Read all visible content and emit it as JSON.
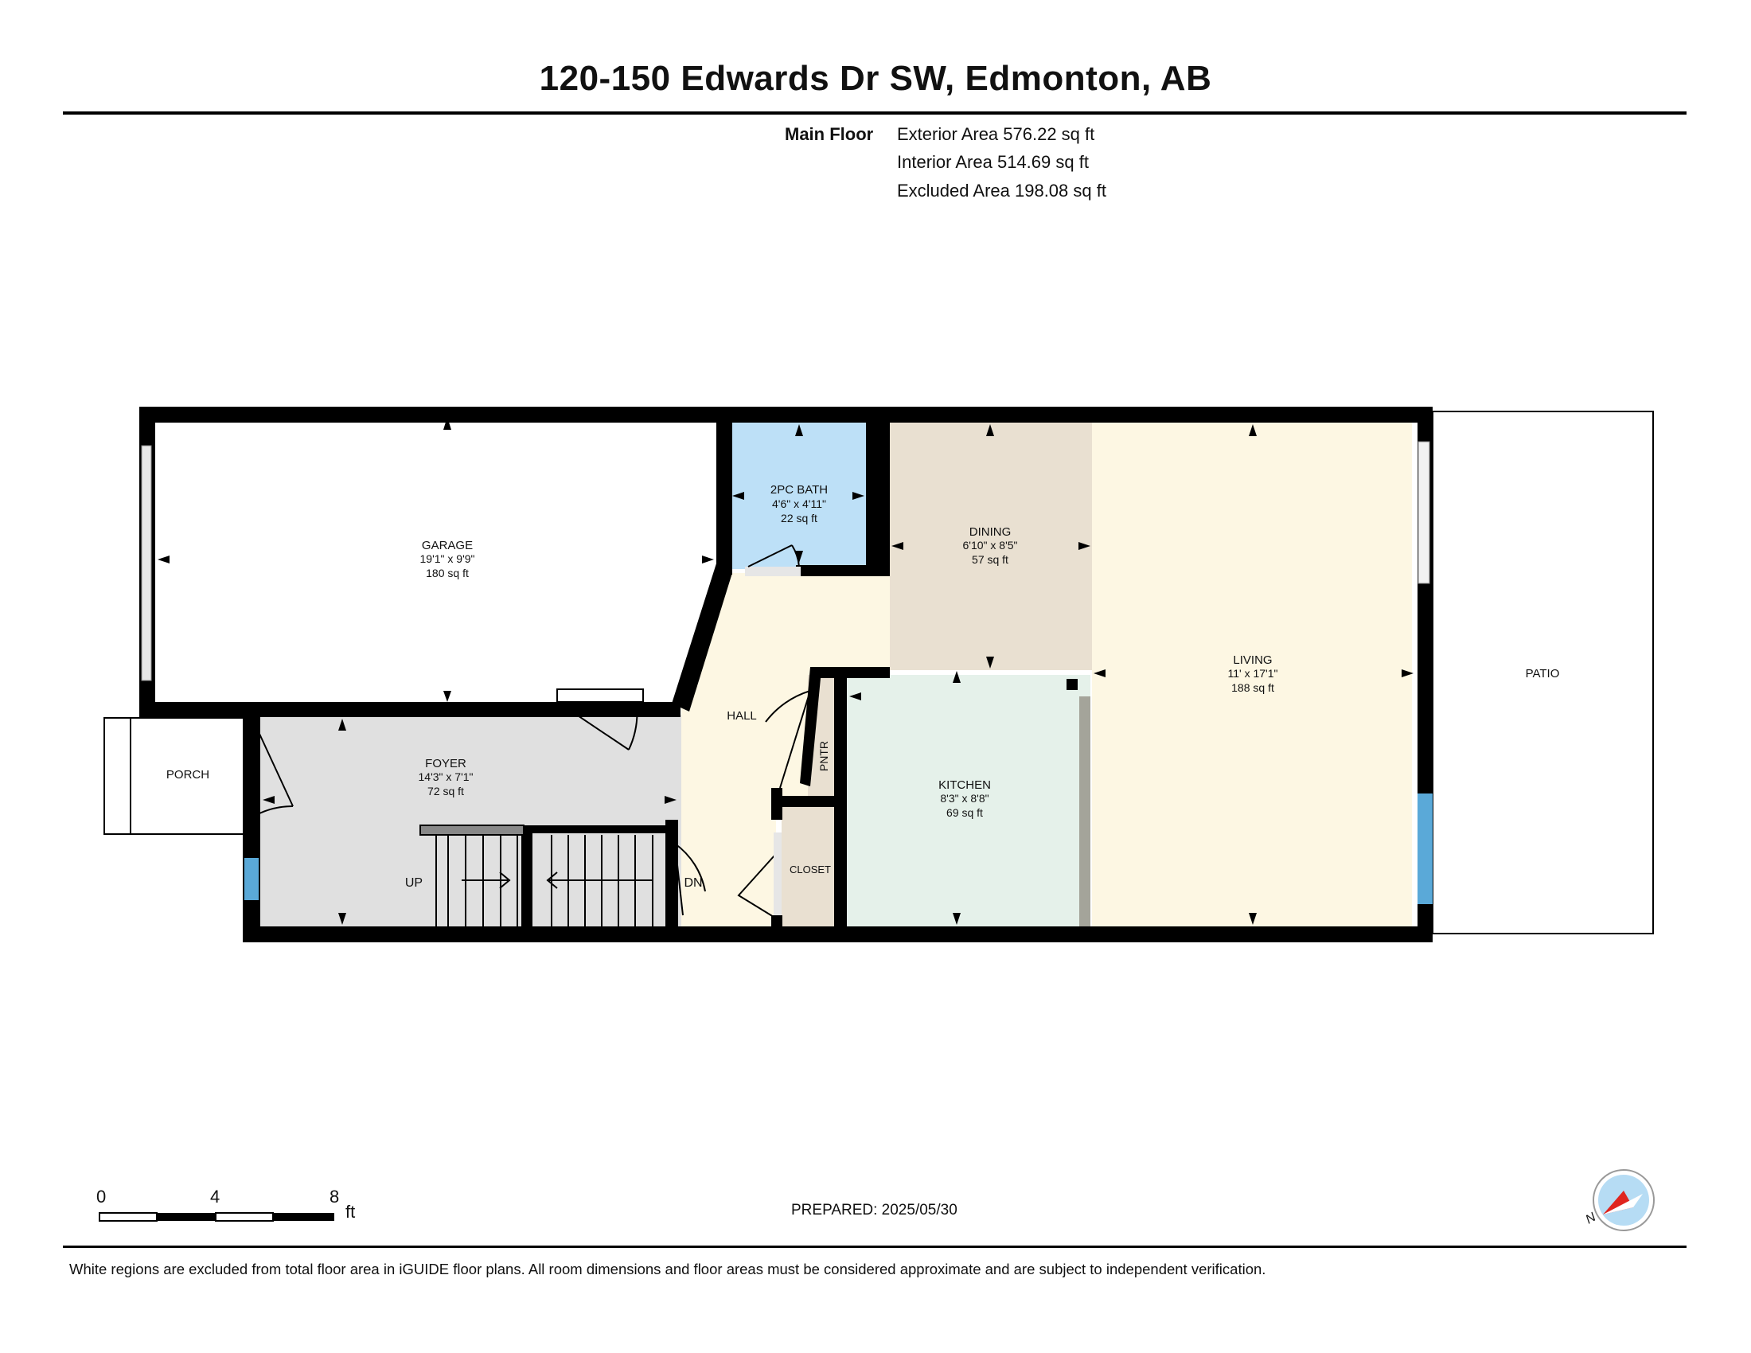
{
  "title": "120-150 Edwards Dr SW, Edmonton, AB",
  "floor": {
    "name": "Main Floor",
    "exterior_area": "Exterior Area 576.22 sq ft",
    "interior_area": "Interior Area 514.69 sq ft",
    "excluded_area": "Excluded Area 198.08 sq ft"
  },
  "rooms": {
    "garage": {
      "name": "GARAGE",
      "dims": "19'1\" x 9'9\"",
      "area": "180 sq ft"
    },
    "bath": {
      "name": "2PC BATH",
      "dims": "4'6\" x 4'11\"",
      "area": "22 sq ft"
    },
    "dining": {
      "name": "DINING",
      "dims": "6'10\" x 8'5\"",
      "area": "57 sq ft"
    },
    "living": {
      "name": "LIVING",
      "dims": "11' x 17'1\"",
      "area": "188 sq ft"
    },
    "patio": {
      "name": "PATIO"
    },
    "porch": {
      "name": "PORCH"
    },
    "foyer": {
      "name": "FOYER",
      "dims": "14'3\" x 7'1\"",
      "area": "72 sq ft"
    },
    "hall": {
      "name": "HALL"
    },
    "pantry": {
      "name": "PNTR"
    },
    "kitchen": {
      "name": "KITCHEN",
      "dims": "8'3\" x 8'8\"",
      "area": "69 sq ft"
    },
    "closet": {
      "name": "CLOSET"
    }
  },
  "stairs": {
    "up": "UP",
    "down": "DN"
  },
  "scale": {
    "ticks": [
      "0",
      "4",
      "8"
    ],
    "unit": "ft"
  },
  "compass": {
    "label": "N"
  },
  "prepared": "PREPARED: 2025/05/30",
  "disclaimer": "White regions are excluded from total floor area in iGUIDE floor plans. All room dimensions and floor areas must be considered approximate and are subject to independent verification.",
  "colors": {
    "wall": "#000000",
    "garage": "#ffffff",
    "bath": "#bde0f7",
    "dining": "#e9e0d1",
    "living": "#fdf7e3",
    "hall": "#fdf7e3",
    "kitchen": "#e5f1ea",
    "foyer": "#e0e0e0",
    "pantry": "#e9e0d1",
    "window": "#5aa9d8",
    "compass_fill": "#b6dcf4",
    "compass_needle": "#e0251f"
  }
}
